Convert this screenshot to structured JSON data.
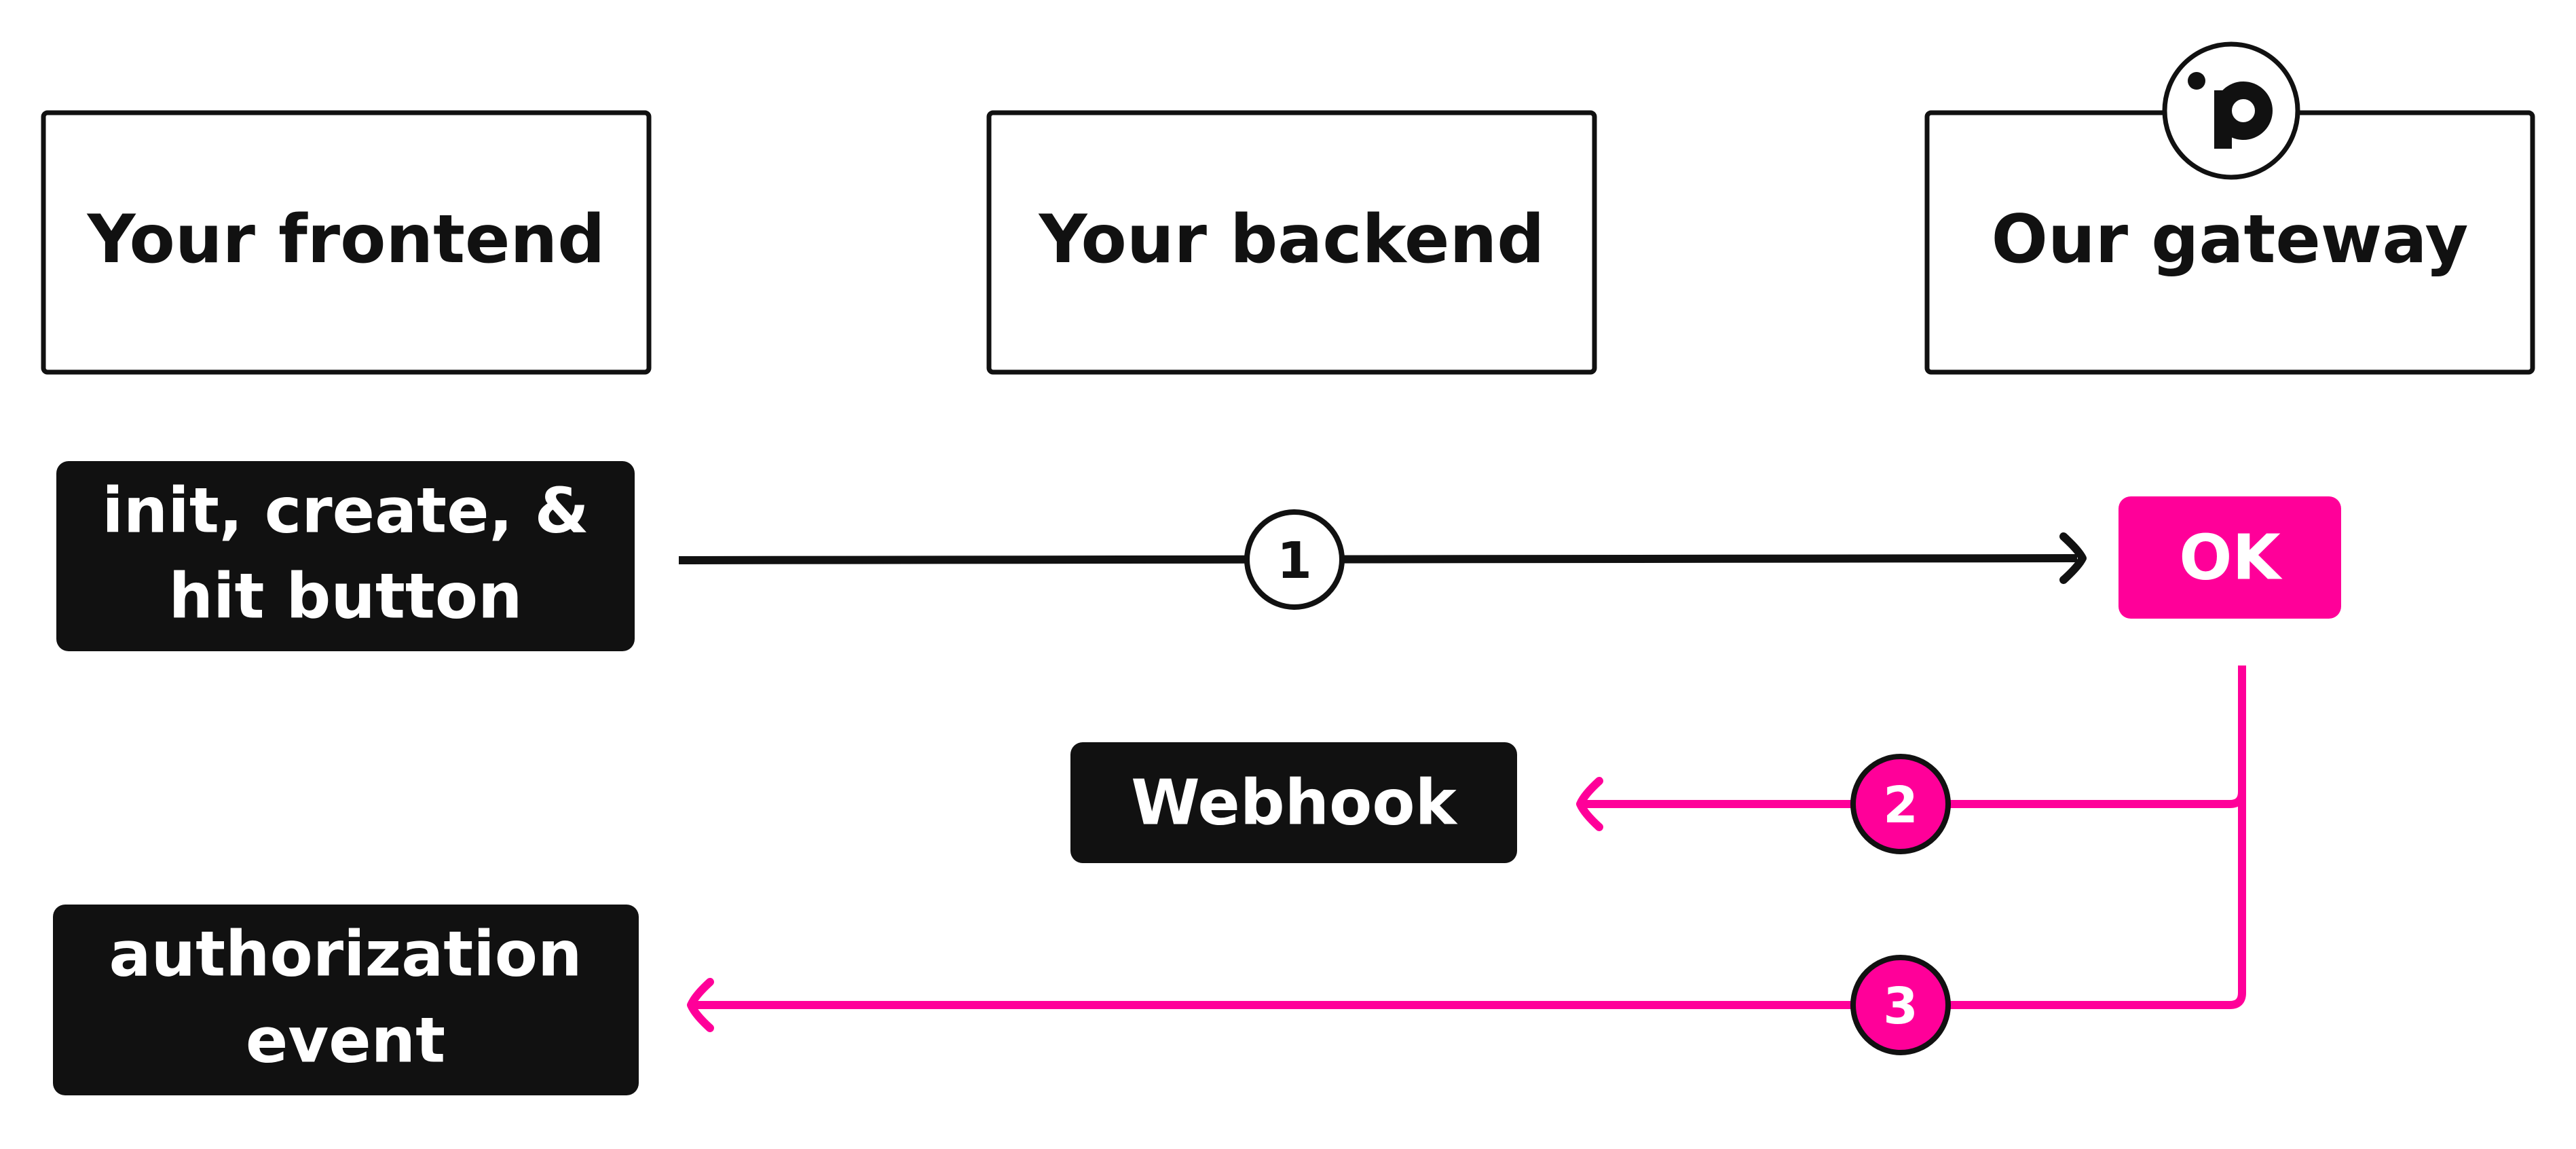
{
  "colors": {
    "accent": "#FF0099",
    "ink": "#111111",
    "background": "#FFFFFF"
  },
  "lanes": {
    "frontend": {
      "label": "Your frontend"
    },
    "backend": {
      "label": "Your backend"
    },
    "gateway": {
      "label": "Our gateway",
      "logo_icon": "gateway-logo-icon"
    }
  },
  "events": {
    "init": {
      "line1": "init, create, &",
      "line2": "hit button"
    },
    "ok": {
      "label": "OK"
    },
    "webhook": {
      "label": "Webhook"
    },
    "authorization": {
      "line1": "authorization",
      "line2": "event"
    }
  },
  "steps": {
    "step1": "1",
    "step2": "2",
    "step3": "3"
  }
}
